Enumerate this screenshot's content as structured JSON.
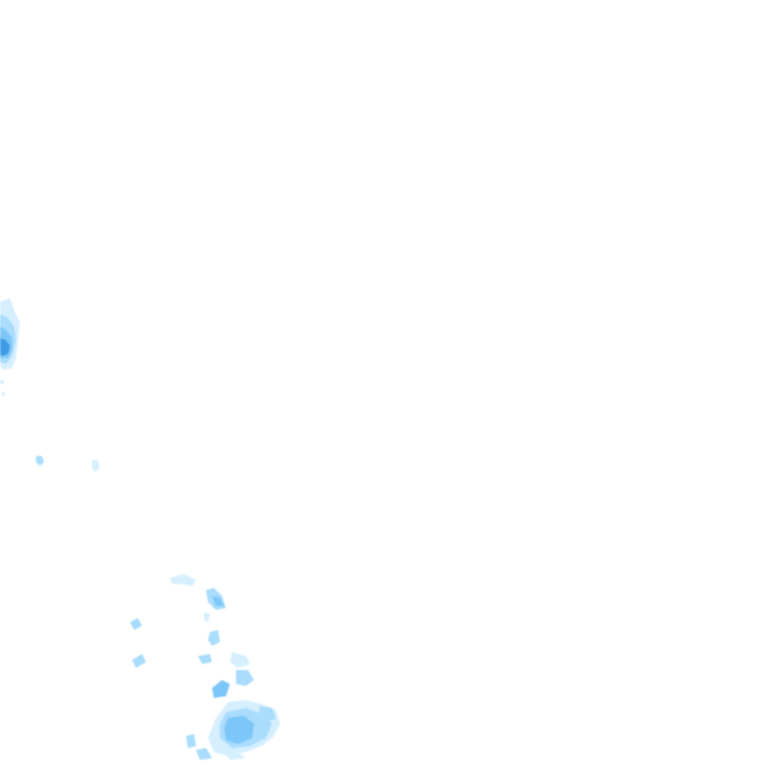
{
  "map": {
    "kind": "precipitation-radar-overlay-tile",
    "background_color": "#ffffff",
    "intensity_palette": {
      "very_light": "#d6efff",
      "light": "#a9dcfd",
      "moderate": "#7cc6f8",
      "heavy": "#3d9be6"
    },
    "echoes": [
      {
        "id": "west-edge-cell",
        "intensity": "heavy"
      },
      {
        "id": "west-small-speckles",
        "intensity": "light"
      },
      {
        "id": "southwest-cluster",
        "intensity": "moderate"
      },
      {
        "id": "south-central-cell",
        "intensity": "moderate"
      }
    ]
  }
}
